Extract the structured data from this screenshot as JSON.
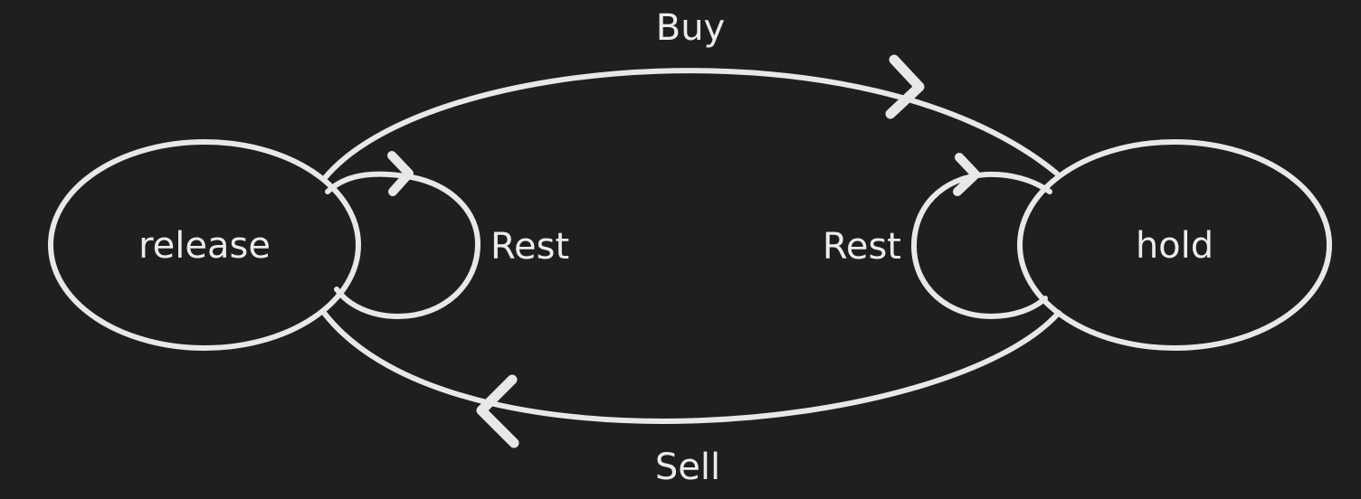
{
  "diagram": {
    "background_color": "#1f1f1f",
    "stroke_color": "#e8e8e8",
    "states": {
      "release": "release",
      "hold": "hold"
    },
    "transitions": {
      "buy": "Buy",
      "sell": "Sell",
      "release_self": "Rest",
      "hold_self": "Rest"
    }
  }
}
